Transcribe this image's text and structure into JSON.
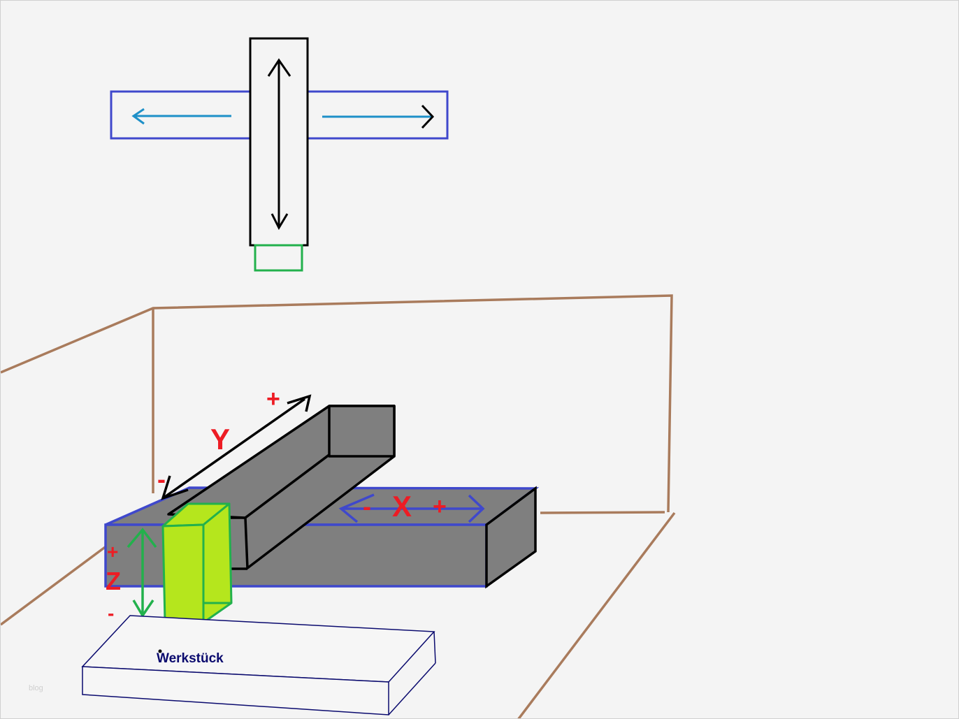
{
  "colors": {
    "background": "#f4f4f4",
    "frame": "#a97b5c",
    "x_axis_bar": "#3f48cc",
    "gray_fill": "#7f7f7f",
    "tool_fill": "#b5e61d",
    "tool_stroke": "#22b14c",
    "labels": "#ed1c24",
    "top_arrows": "#1e90c8",
    "workpiece": "#0a0a6e"
  },
  "labels": {
    "y_axis": "Y",
    "y_plus": "+",
    "y_minus": "-",
    "x_axis": "X",
    "x_plus": "+",
    "x_minus": "-",
    "z_axis": "Z",
    "z_plus": "+",
    "z_minus": "-",
    "workpiece": "Werkstück",
    "watermark": "blog"
  }
}
